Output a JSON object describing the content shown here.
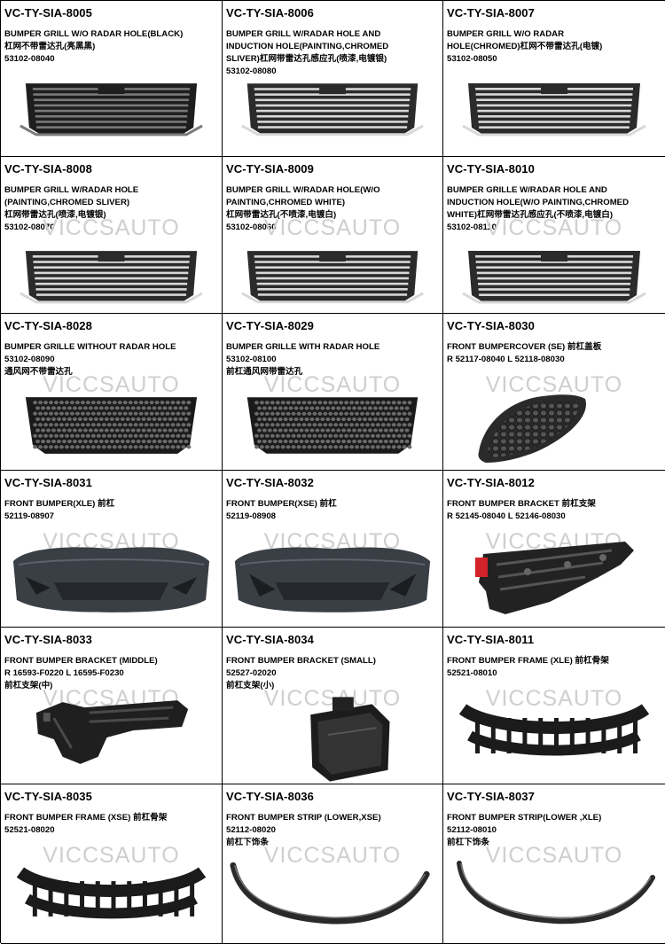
{
  "watermark": "VICCSAUTO",
  "cells": [
    {
      "code": "VC-TY-SIA-8005",
      "lines": [
        "BUMPER GRILL W/O RADAR HOLE(BLACK)",
        "杠网不带雷达孔(亮黑黑)",
        "53102-08040"
      ],
      "icon": "grill-black-icon"
    },
    {
      "code": "VC-TY-SIA-8006",
      "lines": [
        "BUMPER GRILL W/RADAR HOLE AND",
        "INDUCTION HOLE(PAINTING,CHROMED",
        "SLIVER)杠网带雷达孔感应孔(喷漆,电镀银)",
        "53102-08080"
      ],
      "icon": "grill-chrome-icon"
    },
    {
      "code": "VC-TY-SIA-8007",
      "lines": [
        "BUMPER GRILL W/O RADAR",
        "HOLE(CHROMED)杠网不带雷达孔(电镀)",
        "53102-08050"
      ],
      "icon": "grill-chrome-icon"
    },
    {
      "code": "VC-TY-SIA-8008",
      "lines": [
        "BUMPER GRILL W/RADAR HOLE",
        "(PAINTING,CHROMED SLIVER)",
        "杠网带雷达孔(喷漆,电镀银)",
        "53102-08070"
      ],
      "icon": "grill-chrome-icon"
    },
    {
      "code": "VC-TY-SIA-8009",
      "lines": [
        "BUMPER GRILL W/RADAR HOLE(W/O",
        "PAINTING,CHROMED WHITE)",
        "杠网带雷达孔(不喷漆,电镀白)",
        "53102-08060"
      ],
      "icon": "grill-chrome-icon"
    },
    {
      "code": "VC-TY-SIA-8010",
      "lines": [
        "BUMPER GRILLE W/RADAR HOLE AND",
        "INDUCTION HOLE(W/O PAINTING,CHROMED",
        "WHITE)杠网带雷达孔感应孔(不喷漆,电镀白)",
        "53102-08110"
      ],
      "icon": "grill-chrome-icon"
    },
    {
      "code": "VC-TY-SIA-8028",
      "lines": [
        "BUMPER GRILLE WITHOUT RADAR HOLE",
        "53102-08090",
        "通风网不带雷达孔"
      ],
      "icon": "mesh-grille-icon"
    },
    {
      "code": "VC-TY-SIA-8029",
      "lines": [
        "BUMPER GRILLE WITH RADAR HOLE",
        "53102-08100",
        "前杠通风网带雷达孔"
      ],
      "icon": "mesh-grille-icon"
    },
    {
      "code": "VC-TY-SIA-8030",
      "lines": [
        "FRONT BUMPERCOVER (SE) 前杠盖板",
        "R 52117-08040  L 52118-08030"
      ],
      "icon": "bumper-cover-icon"
    },
    {
      "code": "VC-TY-SIA-8031",
      "lines": [
        "FRONT BUMPER(XLE) 前杠",
        "52119-08907"
      ],
      "icon": "front-bumper-icon"
    },
    {
      "code": "VC-TY-SIA-8032",
      "lines": [
        "FRONT BUMPER(XSE) 前杠",
        "52119-08908"
      ],
      "icon": "front-bumper-icon"
    },
    {
      "code": "VC-TY-SIA-8012",
      "lines": [
        "FRONT BUMPER BRACKET 前杠支架",
        "R 52145-08040  L 52146-08030"
      ],
      "icon": "bracket-icon"
    },
    {
      "code": "VC-TY-SIA-8033",
      "lines": [
        "FRONT BUMPER BRACKET (MIDDLE)",
        "R 16593-F0220  L 16595-F0230",
        "前杠支架(中)"
      ],
      "icon": "bracket-middle-icon"
    },
    {
      "code": "VC-TY-SIA-8034",
      "lines": [
        "FRONT BUMPER BRACKET (SMALL)",
        "52527-02020",
        "前杠支架(小)"
      ],
      "icon": "bracket-small-icon"
    },
    {
      "code": "VC-TY-SIA-8011",
      "lines": [
        "FRONT BUMPER FRAME (XLE) 前杠骨架",
        "52521-08010"
      ],
      "icon": "bumper-frame-icon"
    },
    {
      "code": "VC-TY-SIA-8035",
      "lines": [
        "FRONT BUMPER FRAME  (XSE) 前杠骨架",
        "52521-08020"
      ],
      "icon": "bumper-frame-icon"
    },
    {
      "code": "VC-TY-SIA-8036",
      "lines": [
        "FRONT BUMPER STRIP (LOWER,XSE)",
        "52112-08020",
        "前杠下饰条"
      ],
      "icon": "bumper-strip-icon"
    },
    {
      "code": "VC-TY-SIA-8037",
      "lines": [
        "FRONT BUMPER STRIP(LOWER ,XLE)",
        "52112-08010",
        "前杠下饰条"
      ],
      "icon": "bumper-strip-icon"
    }
  ]
}
